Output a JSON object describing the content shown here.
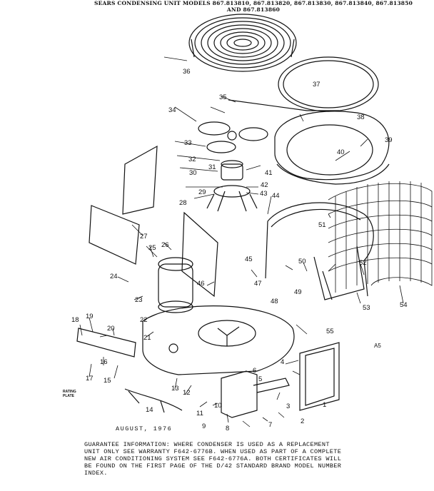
{
  "header": {
    "line1": "SEARS CONDENSING UNIT MODELS 867.813810, 867.813820, 867.813830, 867.813840, 867.813850",
    "line2": "AND 867.813860"
  },
  "parts": [
    "1",
    "2",
    "3",
    "4",
    "5",
    "6",
    "7",
    "8",
    "9",
    "10",
    "11",
    "12",
    "13",
    "14",
    "15",
    "16",
    "17",
    "18",
    "19",
    "20",
    "21",
    "22",
    "23",
    "24",
    "25",
    "26",
    "27",
    "28",
    "29",
    "30",
    "31",
    "32",
    "33",
    "34",
    "35",
    "36",
    "37",
    "38",
    "39",
    "40",
    "41",
    "42",
    "43",
    "44",
    "45",
    "46",
    "47",
    "48",
    "49",
    "50",
    "51",
    "52",
    "53",
    "54",
    "55"
  ],
  "rating_plate": {
    "line1": "RATING",
    "line2": "PLATE"
  },
  "date": "AUGUST, 1976",
  "corner_code": "A5",
  "guarantee": {
    "lines": [
      "GUARANTEE INFORMATION:  WHERE CONDENSER IS USED AS A REPLACEMENT",
      "UNIT ONLY SEE WARRANTY F642-6776B.  WHEN USED AS PART OF A COMPLETE",
      "NEW AIR CONDITIONING SYSTEM SEE F642-6776A.  BOTH CERTIFICATES WILL",
      "BE FOUND ON THE FIRST PAGE OF THE D/42 STANDARD BRAND MODEL NUMBER",
      "INDEX."
    ]
  }
}
